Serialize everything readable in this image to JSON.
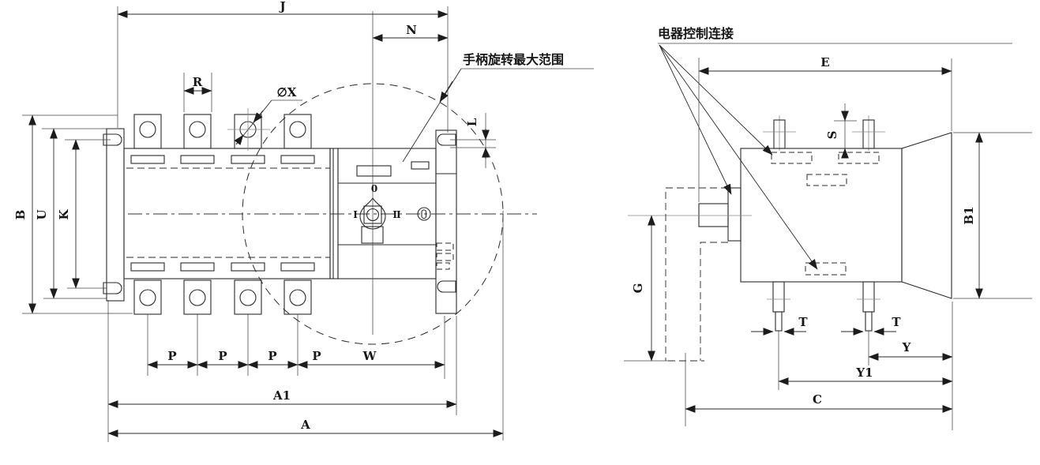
{
  "left_view": {
    "note": "手柄旋转最大范围",
    "handle": {
      "zero": "0",
      "pos_i": "I",
      "pos_ii": "II"
    },
    "dims": {
      "J": "J",
      "N": "N",
      "R": "R",
      "X": "∅X",
      "L": "L",
      "B": "B",
      "U": "U",
      "K": "K",
      "P1": "P",
      "P2": "P",
      "P3": "P",
      "P4": "P",
      "W": "W",
      "A1": "A1",
      "A": "A"
    }
  },
  "right_view": {
    "note": "电器控制连接",
    "dims": {
      "E": "E",
      "S": "S",
      "B1": "B1",
      "G": "G",
      "T1": "T",
      "T2": "T",
      "Y": "Y",
      "Y1": "Y1",
      "C": "C"
    }
  },
  "colors": {
    "line": "#2b2b2b",
    "body_fill": "#e9e9e9",
    "pad_fill": "#d2d2d2",
    "bracket_fill": "#c9c9c9",
    "shroud_fill": "#d9d9d9"
  }
}
